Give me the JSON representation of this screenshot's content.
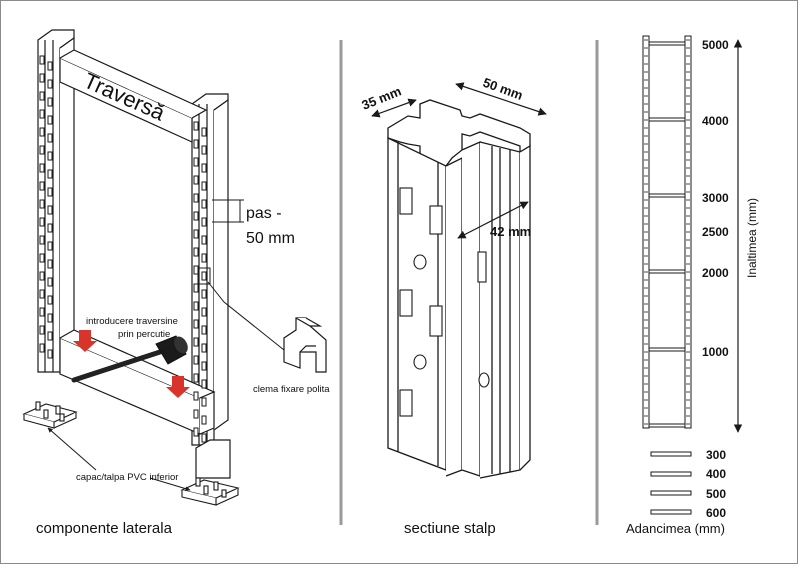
{
  "panels": {
    "left": {
      "caption": "componente laterala",
      "beam_label": "Traversă",
      "pitch_label_line1": "pas -",
      "pitch_label_line2": "50 mm",
      "hammer_label_line1": "introducere traversine",
      "hammer_label_line2": "prin percutie",
      "clip_label": "clema fixare polita",
      "cap_label": "capac/talpa PVC inferior"
    },
    "middle": {
      "caption": "sectiune stalp",
      "dim_depth": "35 mm",
      "dim_width": "50 mm",
      "dim_inner": "42 mm"
    },
    "right": {
      "height_axis_label": "Inaltimea (mm)",
      "height_values": [
        "5000",
        "4000",
        "3000",
        "2500",
        "2000",
        "1000"
      ],
      "depth_values": [
        "300",
        "400",
        "500",
        "600"
      ],
      "depth_caption": "Adancimea (mm)"
    }
  },
  "colors": {
    "stroke": "#1a1a1a",
    "divider": "#9a9a9a",
    "arrow_red": "#d9342b",
    "hammer_dark": "#222222"
  }
}
